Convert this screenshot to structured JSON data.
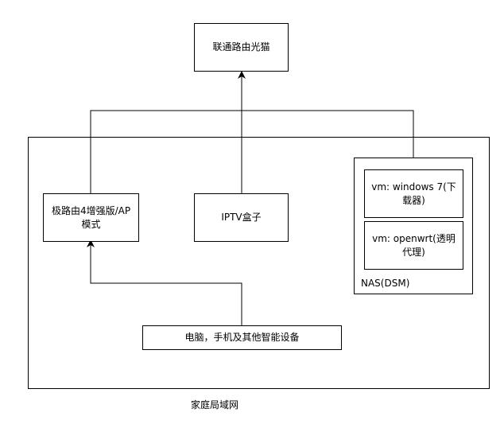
{
  "modem": "联通路由光猫",
  "lan_label": "家庭局域网",
  "router": "极路由4增强版/AP模式",
  "iptv": "IPTV盒子",
  "devices": "电脑，手机及其他智能设备",
  "nas": {
    "label": "NAS(DSM)",
    "vm1": "vm: windows 7(下载器)",
    "vm2": "vm: openwrt(透明代理)"
  }
}
